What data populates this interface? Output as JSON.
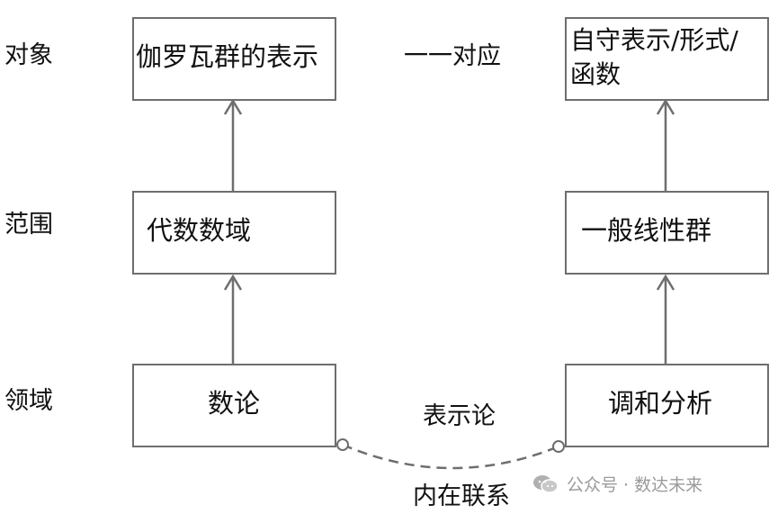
{
  "row_labels": {
    "object": "对象",
    "scope": "范围",
    "field": "领域"
  },
  "left_column": {
    "top": "伽罗瓦群的表示",
    "middle": "代数数域",
    "bottom": "数论"
  },
  "right_column": {
    "top_line1": "自守表示/形式/",
    "top_line2": "函数",
    "middle": "一般线性群",
    "bottom": "调和分析"
  },
  "connectors": {
    "correspondence": "一一对应",
    "theory": "表示论",
    "relation": "内在联系"
  },
  "watermark": {
    "text": "公众号 · 数达未来",
    "icon": "wechat-icon"
  },
  "colors": {
    "line": "#6e6e6e",
    "text": "#111111",
    "watermark": "#9a9a9a"
  }
}
